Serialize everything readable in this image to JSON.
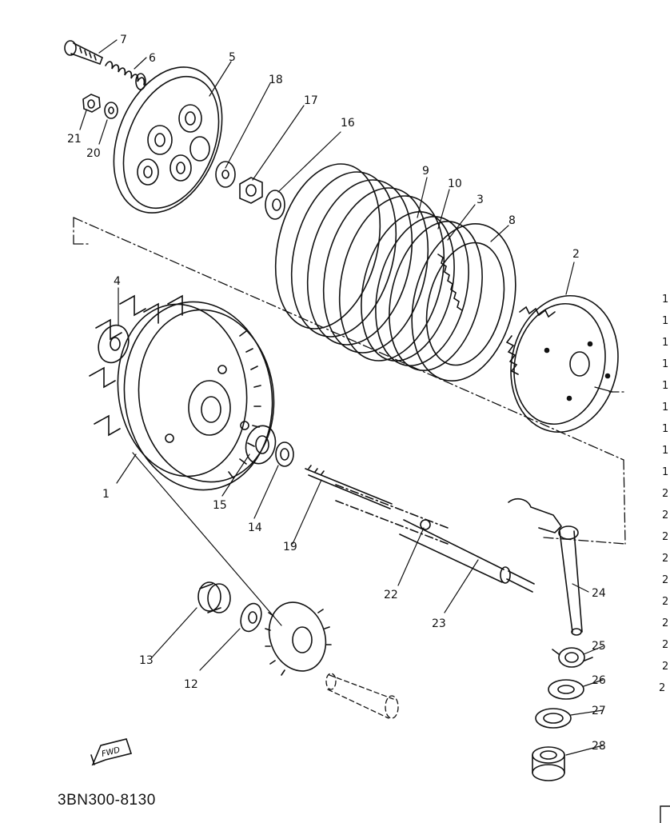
{
  "diagram": {
    "part_number": "3BN300-8130",
    "fwd_label": "FWD",
    "callouts": [
      "7",
      "6",
      "5",
      "18",
      "17",
      "16",
      "21",
      "20",
      "9",
      "10",
      "3",
      "8",
      "2",
      "4",
      "1",
      "15",
      "14",
      "19",
      "22",
      "23",
      "24",
      "25",
      "26",
      "27",
      "28",
      "13",
      "12"
    ],
    "right_edge_index": [
      "1",
      "1",
      "1",
      "1",
      "1",
      "1",
      "1",
      "1",
      "1",
      "2",
      "2",
      "2",
      "2",
      "2",
      "2",
      "2",
      "2",
      "2",
      "2"
    ],
    "ink_color": "#111111"
  }
}
